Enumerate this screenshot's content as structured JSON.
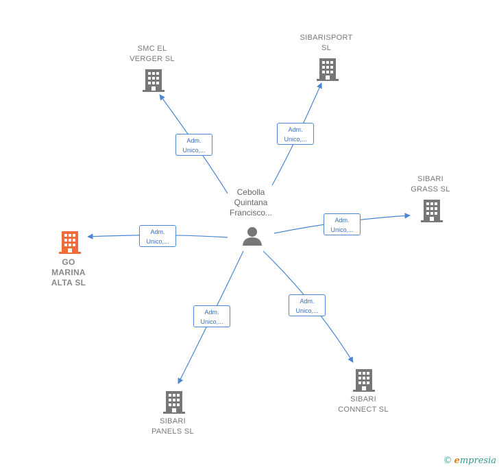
{
  "person": {
    "label": [
      "Cebolla",
      "Quintana",
      "Francisco..."
    ],
    "icon": "person-icon"
  },
  "companies": [
    {
      "id": "smc",
      "label": [
        "SMC EL",
        "VERGER  SL"
      ],
      "icon": "building-icon",
      "color": "#777777"
    },
    {
      "id": "sibarisport",
      "label": [
        "SIBARISPORT",
        "SL"
      ],
      "icon": "building-icon",
      "color": "#777777"
    },
    {
      "id": "grass",
      "label": [
        "SIBARI",
        "GRASS  SL"
      ],
      "icon": "building-icon",
      "color": "#777777"
    },
    {
      "id": "gomarina",
      "label": [
        "GO",
        "MARINA",
        "ALTA  SL"
      ],
      "icon": "building-icon",
      "color": "#f26b3a"
    },
    {
      "id": "panels",
      "label": [
        "SIBARI",
        "PANELS  SL"
      ],
      "icon": "building-icon",
      "color": "#777777"
    },
    {
      "id": "connect",
      "label": [
        "SIBARI",
        "CONNECT  SL"
      ],
      "icon": "building-icon",
      "color": "#777777"
    }
  ],
  "relations": [
    {
      "target": "smc",
      "label": [
        "Adm.",
        "Unico,..."
      ]
    },
    {
      "target": "sibarisport",
      "label": [
        "Adm.",
        "Unico,..."
      ]
    },
    {
      "target": "grass",
      "label": [
        "Adm.",
        "Unico,..."
      ]
    },
    {
      "target": "gomarina",
      "label": [
        "Adm.",
        "Unico,..."
      ]
    },
    {
      "target": "panels",
      "label": [
        "Adm.",
        "Unico,..."
      ]
    },
    {
      "target": "connect",
      "label": [
        "Adm.",
        "Unico,..."
      ]
    }
  ],
  "colors": {
    "edge": "#4a86d4",
    "building": "#777777",
    "highlight": "#f26b3a"
  },
  "footer": {
    "copyright": "©",
    "brand_initial": "e",
    "brand_rest": "mpresia"
  }
}
